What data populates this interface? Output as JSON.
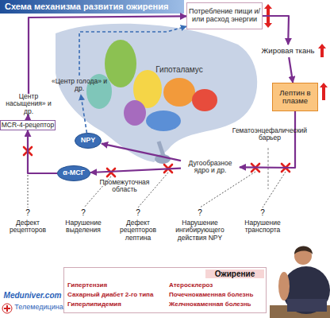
{
  "diagram": {
    "title": "Схема механизма развития ожирения",
    "nodes": [
      {
        "text": [
          "Потребление пищи и/или расход энергии"
        ]
      },
      {
        "text": [
          "Жировая ткань"
        ]
      },
      {
        "text": [
          "Лептин в плазме"
        ]
      },
      {
        "text": [
          "Дугообразное ядро и др."
        ]
      },
      {
        "text": [
          "NPY"
        ]
      },
      {
        "text": [
          "α-МСГ"
        ]
      },
      {
        "text": [
          "MCR-4-рецептор"
        ]
      },
      {
        "text": [
          "Центр насыщения» и др."
        ]
      },
      {
        "text": [
          "«Центр голода» и др."
        ]
      },
      {
        "text": [
          "Ожирение",
          "Гипертензия",
          "Сахарный диабет 2-го типа",
          "Гиперлипидемия",
          "Атеросклероз",
          "Почечнокаменная болезнь",
          "Желчнокаменная болезнь"
        ]
      }
    ],
    "edges": [
      {
        "from": 0,
        "to": 1,
        "arrow": "to"
      },
      {
        "from": 1,
        "to": 2,
        "arrow": "to"
      },
      {
        "from": 2,
        "to": 3,
        "arrow": "to"
      },
      {
        "from": 3,
        "to": 5,
        "arrow": "to"
      },
      {
        "from": 3,
        "to": 4,
        "arrow": "to"
      },
      {
        "from": 5,
        "to": 6,
        "arrow": "to"
      },
      {
        "from": 6,
        "to": 7,
        "arrow": "to"
      },
      {
        "from": 7,
        "to": 0,
        "arrow": "to"
      },
      {
        "from": 4,
        "to": 8,
        "arrow": "to"
      },
      {
        "from": 8,
        "to": 0,
        "arrow": "to"
      }
    ],
    "labels": [
      "Гипоталамус",
      "Гематоэнцефалический барьер",
      "Промежуточная область",
      "?",
      "Дефект рецепторов",
      "?",
      "Нарушение выделения",
      "?",
      "Дефект рецепторов лептина",
      "?",
      "Нарушение ингибирующего действия NPY",
      "?",
      "Нарушение транспорта",
      "Meduniver.com",
      "Телемедицина"
    ]
  }
}
